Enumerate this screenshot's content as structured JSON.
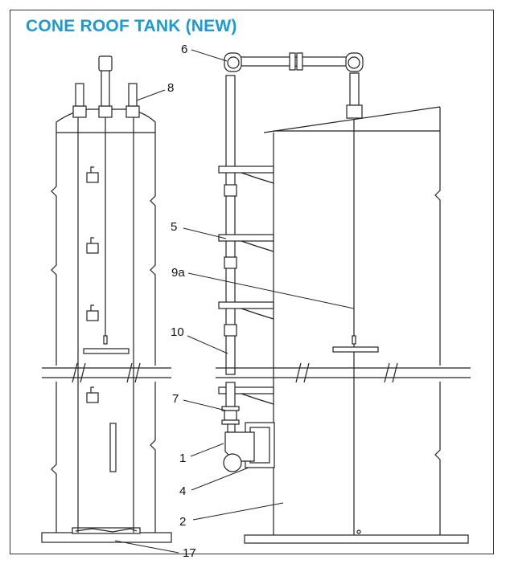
{
  "title": "CONE ROOF TANK (NEW)",
  "accent_color": "#1a9bd7",
  "callouts": {
    "c1": "1",
    "c2": "2",
    "c4": "4",
    "c5": "5",
    "c6": "6",
    "c7": "7",
    "c8": "8",
    "c9a": "9a",
    "c10": "10",
    "c17": "17"
  }
}
